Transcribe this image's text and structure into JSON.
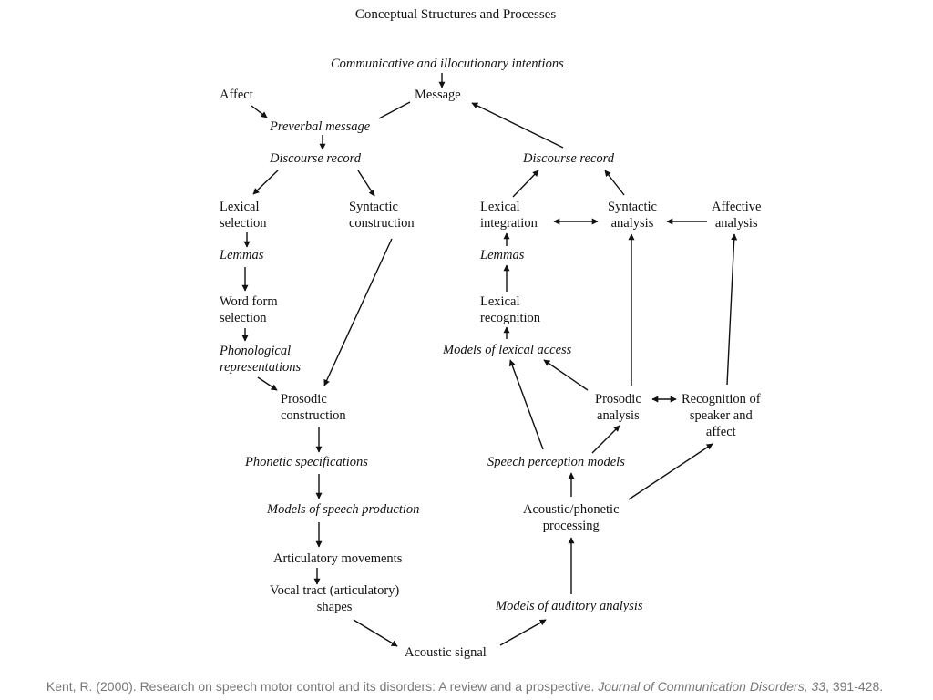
{
  "title": "Conceptual Structures and Processes",
  "nodes": {
    "intentions": [
      "Communicative and illocutionary intentions"
    ],
    "message": [
      "Message"
    ],
    "affect": [
      "Affect"
    ],
    "preverbal_message": [
      "Preverbal message"
    ],
    "discourse_record_left": [
      "Discourse record"
    ],
    "lexical_selection": [
      "Lexical",
      "selection"
    ],
    "syntactic_construction": [
      "Syntactic",
      "construction"
    ],
    "lemmas_left": [
      "Lemmas"
    ],
    "word_form_selection": [
      "Word form",
      "selection"
    ],
    "phonological_representations": [
      "Phonological",
      "representations"
    ],
    "prosodic_construction": [
      "Prosodic",
      "construction"
    ],
    "phonetic_specifications": [
      "Phonetic specifications"
    ],
    "models_speech_production": [
      "Models of speech production"
    ],
    "articulatory_movements": [
      "Articulatory movements"
    ],
    "vocal_tract_shapes": [
      "Vocal tract (articulatory)",
      "shapes"
    ],
    "acoustic_signal": [
      "Acoustic signal"
    ],
    "models_auditory_analysis": [
      "Models of auditory analysis"
    ],
    "acoustic_phonetic_processing": [
      "Acoustic/phonetic",
      "processing"
    ],
    "speech_perception_models": [
      "Speech perception models"
    ],
    "prosodic_analysis": [
      "Prosodic",
      "analysis"
    ],
    "recognition_speaker_affect": [
      "Recognition of",
      "speaker and",
      "affect"
    ],
    "models_lexical_access": [
      "Models of lexical access"
    ],
    "lexical_recognition": [
      "Lexical",
      "recognition"
    ],
    "lemmas_right": [
      "Lemmas"
    ],
    "lexical_integration": [
      "Lexical",
      "integration"
    ],
    "syntactic_analysis": [
      "Syntactic",
      "analysis"
    ],
    "affective_analysis": [
      "Affective",
      "analysis"
    ],
    "discourse_record_right": [
      "Discourse record"
    ]
  },
  "citation": {
    "pre": "Kent, R. (2000). Research on speech motor control and its disorders: A review and a prospective. ",
    "journal": "Journal of Communication Disorders, 33",
    "post": ", 391-428."
  }
}
